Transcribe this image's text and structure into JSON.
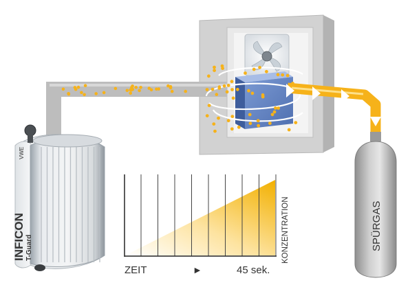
{
  "diagram": {
    "device": {
      "brand": "INFICON",
      "model": "T-Guard",
      "badge": "VWE"
    },
    "gas_cylinder": {
      "label": "SPÜRGAS"
    },
    "graph": {
      "x_start_label": "ZEIT",
      "x_arrow_glyph": "►",
      "x_end_label": "45 sek.",
      "y_label": "KONZENTRATION"
    },
    "colors": {
      "tracer_gas": "#F6B21A",
      "pipe": "#BDBDBD",
      "enclosure": "#CFCFCF",
      "test_part": "#6F8FC8"
    }
  }
}
